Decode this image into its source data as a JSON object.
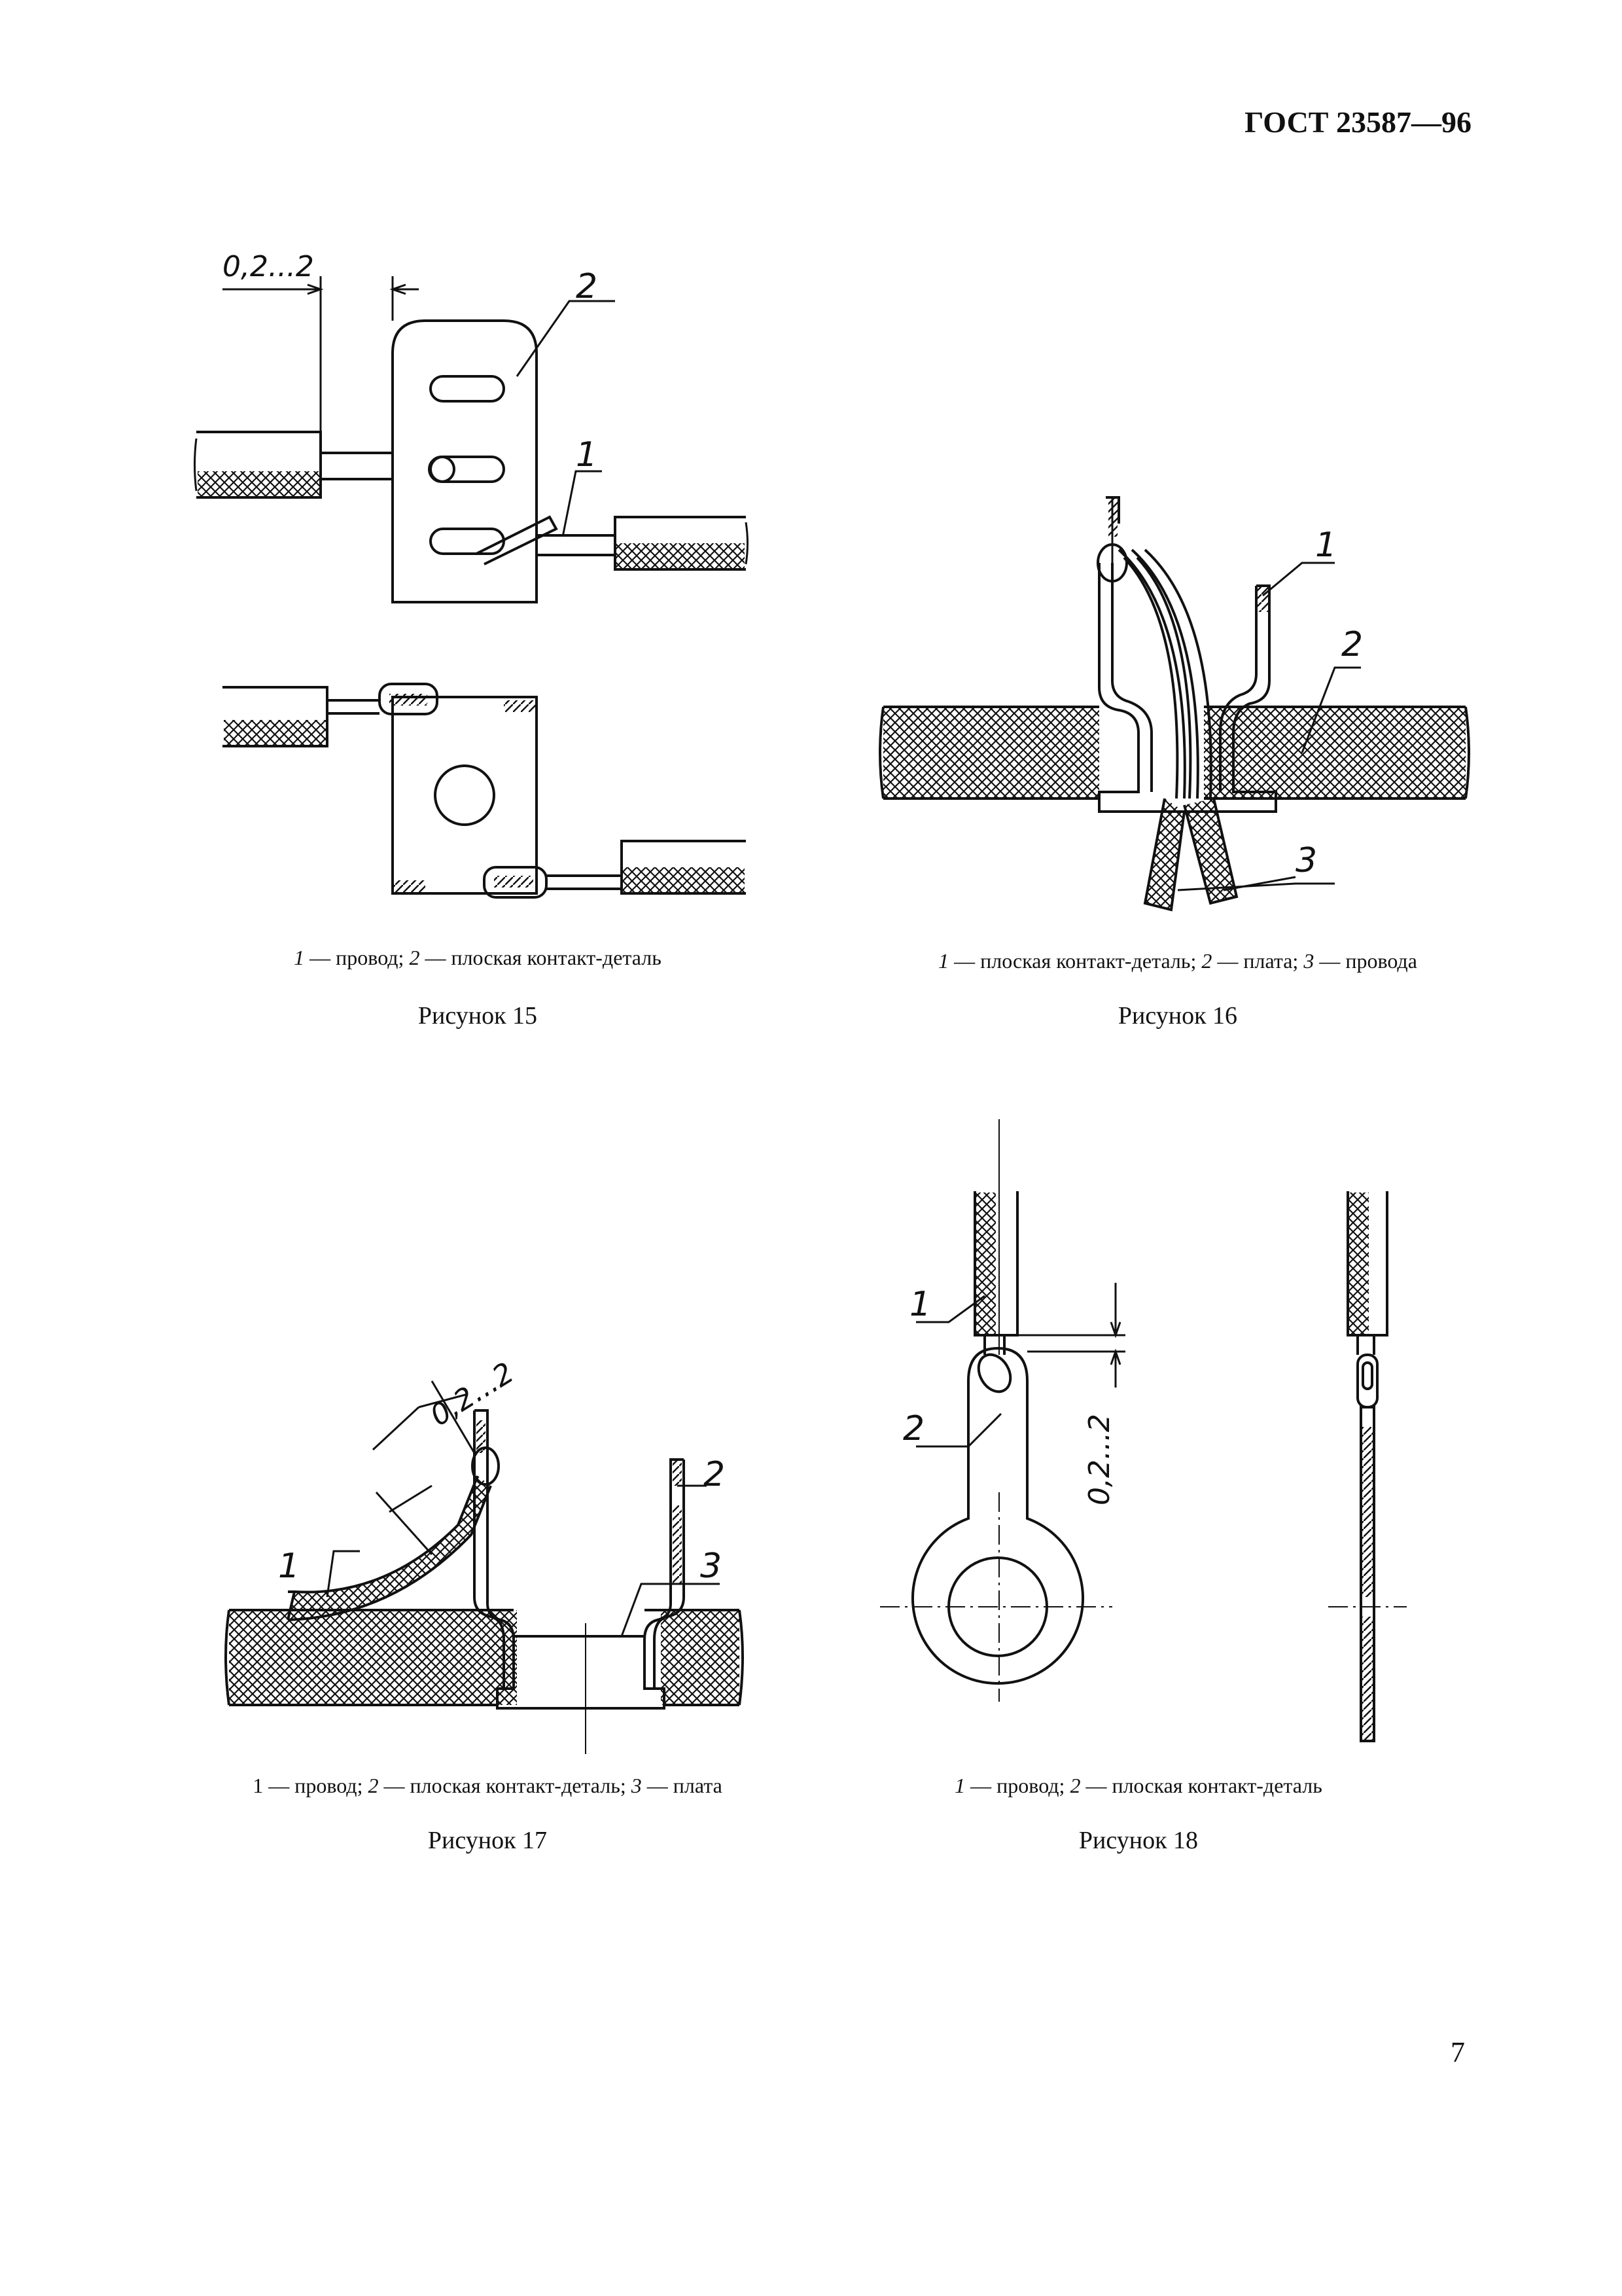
{
  "header": {
    "standard": "ГОСТ 23587—96"
  },
  "page_number": "7",
  "figures": [
    {
      "caption": "Рисунок 15",
      "legend": [
        {
          "num": "1",
          "text": " — провод; "
        },
        {
          "num": "2",
          "text": " — плоская контакт-деталь"
        }
      ],
      "callouts": {
        "c1": "1",
        "c2": "2"
      },
      "dimension": "0,2...2"
    },
    {
      "caption": "Рисунок 16",
      "legend": [
        {
          "num": "1",
          "text": " — плоская контакт-деталь; "
        },
        {
          "num": "2",
          "text": " — плата; "
        },
        {
          "num": "3",
          "text": " — провода"
        }
      ],
      "callouts": {
        "c1": "1",
        "c2": "2",
        "c3": "3"
      }
    },
    {
      "caption": "Рисунок 17",
      "legend": [
        {
          "num": "1",
          "text": " — провод; "
        },
        {
          "num": "2",
          "text": " — плоская контакт-деталь; "
        },
        {
          "num": "3",
          "text": " — плата"
        }
      ],
      "callouts": {
        "c1": "1",
        "c2": "2",
        "c3": "3"
      },
      "dimension": "0,2...2"
    },
    {
      "caption": "Рисунок 18",
      "legend": [
        {
          "num": "1",
          "text": " — провод; "
        },
        {
          "num": "2",
          "text": " — плоская контакт-деталь"
        }
      ],
      "callouts": {
        "c1": "1",
        "c2": "2"
      },
      "dimension": "0,2...2"
    }
  ]
}
